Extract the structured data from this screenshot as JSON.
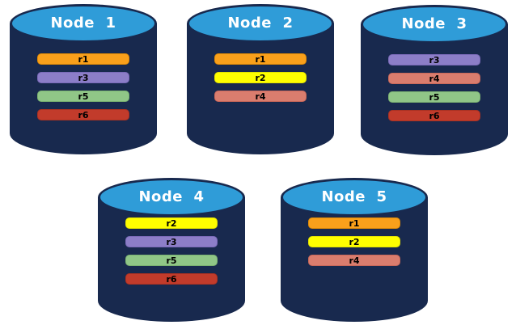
{
  "canvas": {
    "background": "#FFFFFF"
  },
  "cylinder_style": {
    "body_color": "#18294E",
    "top_fill": "#2F9CD8",
    "top_border": "#18294E",
    "title_color": "#FFFFFF"
  },
  "replica_colors": {
    "r1": {
      "fill": "#F9A01B",
      "border": "#E08B06"
    },
    "r2": {
      "fill": "#FFFF00",
      "border": "#E3E300"
    },
    "r3": {
      "fill": "#8C7EC8",
      "border": "#7A6AB8"
    },
    "r4": {
      "fill": "#DA7D6E",
      "border": "#C9685A"
    },
    "r5": {
      "fill": "#90C687",
      "border": "#7BB271"
    },
    "r6": {
      "fill": "#C23B2B",
      "border": "#A93122"
    }
  },
  "nodes": [
    {
      "id": "node-1",
      "title": "Node  1",
      "row": "top",
      "replicas": [
        "r1",
        "r3",
        "r5",
        "r6"
      ]
    },
    {
      "id": "node-2",
      "title": "Node  2",
      "row": "top",
      "replicas": [
        "r1",
        "r2",
        "r4"
      ]
    },
    {
      "id": "node-3",
      "title": "Node  3",
      "row": "top",
      "replicas": [
        "r3",
        "r4",
        "r5",
        "r6"
      ]
    },
    {
      "id": "node-4",
      "title": "Node  4",
      "row": "bottom",
      "replicas": [
        "r2",
        "r3",
        "r5",
        "r6"
      ]
    },
    {
      "id": "node-5",
      "title": "Node  5",
      "row": "bottom",
      "replicas": [
        "r1",
        "r2",
        "r4"
      ]
    }
  ]
}
